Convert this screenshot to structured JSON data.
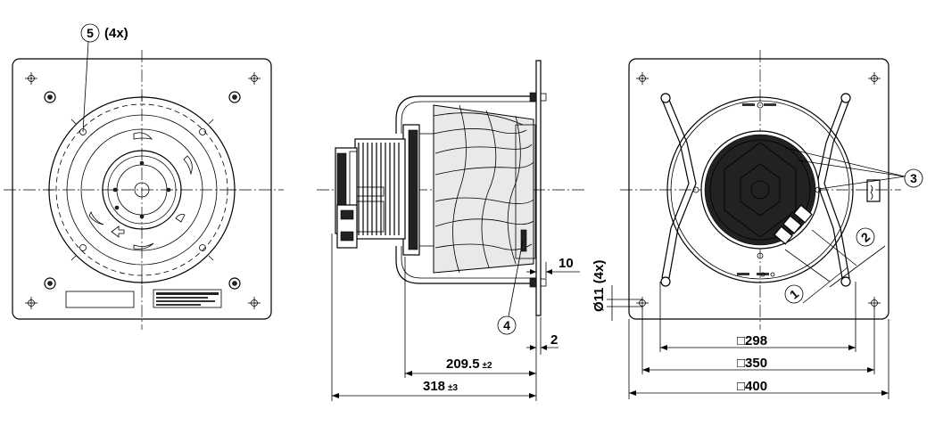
{
  "callouts": {
    "c5": "5",
    "c5_qty": "(4x)",
    "c4": "4",
    "c3": "3",
    "c1": "1",
    "c2": "2"
  },
  "dimensions": {
    "gap": "10",
    "flange": "2",
    "depth_value": "209.5",
    "depth_tol": "±2",
    "overall_value": "318",
    "overall_tol": "±3",
    "hole": "Ø11 (4x)",
    "sq298": "□298",
    "sq350": "□350",
    "sq400": "□400"
  }
}
